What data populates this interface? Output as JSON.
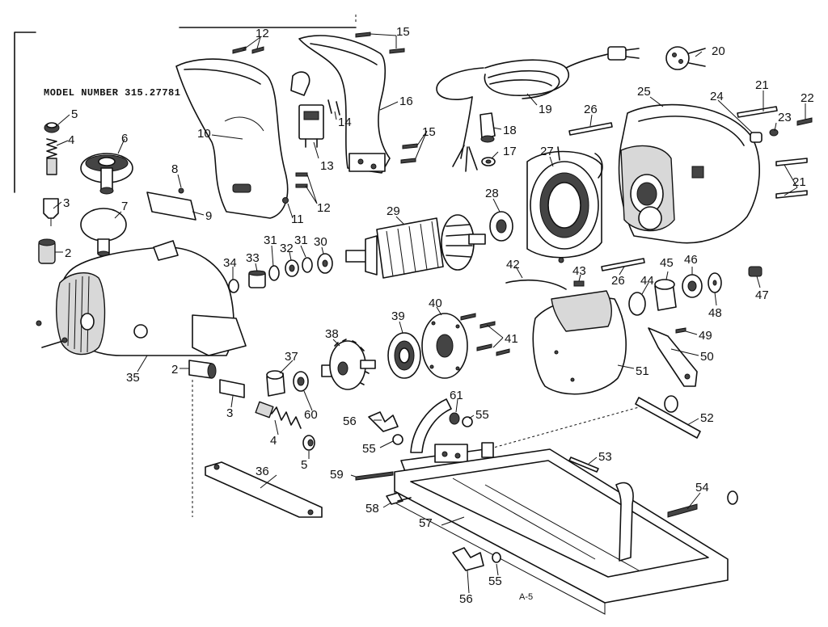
{
  "model_label": "MODEL NUMBER 315.27781",
  "sheet_label": "A-5",
  "parts": [
    {
      "id": "p12a",
      "text": "12"
    },
    {
      "id": "p15a",
      "text": "15"
    },
    {
      "id": "p20",
      "text": "20"
    },
    {
      "id": "p5a",
      "text": "5"
    },
    {
      "id": "p4a",
      "text": "4"
    },
    {
      "id": "p6",
      "text": "6"
    },
    {
      "id": "p10",
      "text": "10"
    },
    {
      "id": "p14",
      "text": "14"
    },
    {
      "id": "p16",
      "text": "16"
    },
    {
      "id": "p19",
      "text": "19"
    },
    {
      "id": "p21a",
      "text": "21"
    },
    {
      "id": "p22",
      "text": "22"
    },
    {
      "id": "p24",
      "text": "24"
    },
    {
      "id": "p23",
      "text": "23"
    },
    {
      "id": "p25",
      "text": "25"
    },
    {
      "id": "p26a",
      "text": "26"
    },
    {
      "id": "p15b",
      "text": "15"
    },
    {
      "id": "p18",
      "text": "18"
    },
    {
      "id": "p17",
      "text": "17"
    },
    {
      "id": "p27",
      "text": "27"
    },
    {
      "id": "p13",
      "text": "13"
    },
    {
      "id": "p8",
      "text": "8"
    },
    {
      "id": "p3a",
      "text": "3"
    },
    {
      "id": "p7",
      "text": "7"
    },
    {
      "id": "p9",
      "text": "9"
    },
    {
      "id": "p12b",
      "text": "12"
    },
    {
      "id": "p11",
      "text": "11"
    },
    {
      "id": "p28",
      "text": "28"
    },
    {
      "id": "p29",
      "text": "29"
    },
    {
      "id": "p21b",
      "text": "21"
    },
    {
      "id": "p2a",
      "text": "2"
    },
    {
      "id": "p31a",
      "text": "31"
    },
    {
      "id": "p31b",
      "text": "31"
    },
    {
      "id": "p30",
      "text": "30"
    },
    {
      "id": "p32",
      "text": "32"
    },
    {
      "id": "p34",
      "text": "34"
    },
    {
      "id": "p33",
      "text": "33"
    },
    {
      "id": "p42",
      "text": "42"
    },
    {
      "id": "p43",
      "text": "43"
    },
    {
      "id": "p26b",
      "text": "26"
    },
    {
      "id": "p45",
      "text": "45"
    },
    {
      "id": "p46",
      "text": "46"
    },
    {
      "id": "p44",
      "text": "44"
    },
    {
      "id": "p48",
      "text": "48"
    },
    {
      "id": "p47",
      "text": "47"
    },
    {
      "id": "p38",
      "text": "38"
    },
    {
      "id": "p39",
      "text": "39"
    },
    {
      "id": "p40",
      "text": "40"
    },
    {
      "id": "p41",
      "text": "41"
    },
    {
      "id": "p49",
      "text": "49"
    },
    {
      "id": "p50",
      "text": "50"
    },
    {
      "id": "p37",
      "text": "37"
    },
    {
      "id": "p35",
      "text": "35"
    },
    {
      "id": "p2b",
      "text": "2"
    },
    {
      "id": "p51",
      "text": "51"
    },
    {
      "id": "p61",
      "text": "61"
    },
    {
      "id": "p3b",
      "text": "3"
    },
    {
      "id": "p60",
      "text": "60"
    },
    {
      "id": "p56a",
      "text": "56"
    },
    {
      "id": "p55a",
      "text": "55"
    },
    {
      "id": "p52",
      "text": "52"
    },
    {
      "id": "p4b",
      "text": "4"
    },
    {
      "id": "p55b",
      "text": "55"
    },
    {
      "id": "p5b",
      "text": "5"
    },
    {
      "id": "p53",
      "text": "53"
    },
    {
      "id": "p36",
      "text": "36"
    },
    {
      "id": "p59",
      "text": "59"
    },
    {
      "id": "p54",
      "text": "54"
    },
    {
      "id": "p58",
      "text": "58"
    },
    {
      "id": "p57",
      "text": "57"
    },
    {
      "id": "p55c",
      "text": "55"
    },
    {
      "id": "p56b",
      "text": "56"
    }
  ]
}
